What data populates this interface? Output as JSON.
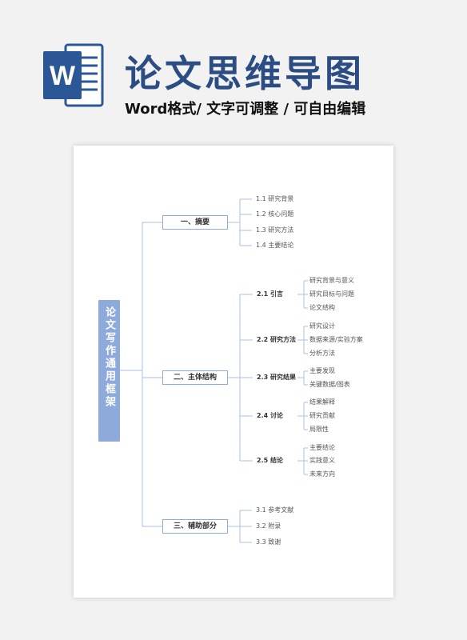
{
  "header": {
    "title": "论文思维导图",
    "subtitle": "Word格式/ 文字可调整 / 可自由编辑",
    "logo_letter": "W",
    "logo_icon": "word-document-icon"
  },
  "colors": {
    "brand": "#2c4d83",
    "logo_blue": "#2b5797",
    "root_fill": "#8eaadb",
    "connector": "#a9c0e6"
  },
  "mindmap": {
    "root": "论文写作通用框架",
    "sections": [
      {
        "label": "一、摘要",
        "items": [
          {
            "label": "1.1  研究背景"
          },
          {
            "label": "1.2  核心问题"
          },
          {
            "label": "1.3  研究方法"
          },
          {
            "label": "1.4  主要结论"
          }
        ]
      },
      {
        "label": "二、主体结构",
        "items": [
          {
            "label": "2.1  引言",
            "children": [
              "研究背景与意义",
              "研究目标与问题",
              "论文结构"
            ]
          },
          {
            "label": "2.2  研究方法",
            "children": [
              "研究设计",
              "数据来源/实验方案",
              "分析方法"
            ]
          },
          {
            "label": "2.3  研究结果",
            "children": [
              "主要发现",
              "关键数据/图表"
            ]
          },
          {
            "label": "2.4  讨论",
            "children": [
              "结果解释",
              "研究贡献",
              "局限性"
            ]
          },
          {
            "label": "2.5  结论",
            "children": [
              "主要结论",
              "实践意义",
              "未来方向"
            ]
          }
        ]
      },
      {
        "label": "三、辅助部分",
        "items": [
          {
            "label": "3.1  参考文献"
          },
          {
            "label": "3.2  附录"
          },
          {
            "label": "3.3  致谢"
          }
        ]
      }
    ]
  }
}
